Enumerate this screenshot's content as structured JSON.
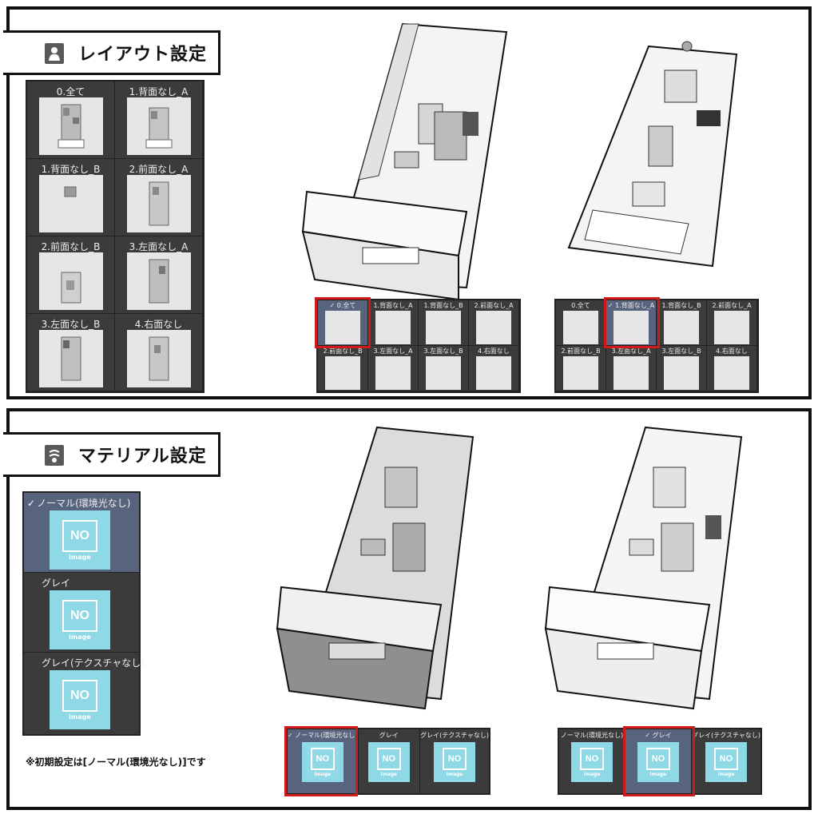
{
  "layout_section": {
    "title": "レイアウト設定",
    "icon": "figure-icon",
    "options": [
      "0.全て",
      "1.背面なし_A",
      "1.背面なし_B",
      "2.前面なし_A",
      "2.前面なし_B",
      "3.左面なし_A",
      "3.左面なし_B",
      "4.右面なし"
    ],
    "checkmark": "✓",
    "selected_left_example": "0.全て",
    "selected_right_example": "1.背面なし_A"
  },
  "material_section": {
    "title": "マテリアル設定",
    "icon": "material-icon",
    "options": [
      "ノーマル(環境光なし)",
      "グレイ",
      "グレイ(テクスチャなし)"
    ],
    "checkmark": "✓",
    "no_image_main": "NO",
    "no_image_sub": "image",
    "note": "※初期設定は[ノーマル(環境光なし)]です",
    "selected_left_example": "ノーマル(環境光なし)",
    "selected_right_example": "グレイ"
  },
  "colors": {
    "panel_dark": "#3b3b3b",
    "selected_bg": "#58637e",
    "highlight_red": "#d01a1a",
    "no_image_cyan": "#8fd8e6"
  }
}
